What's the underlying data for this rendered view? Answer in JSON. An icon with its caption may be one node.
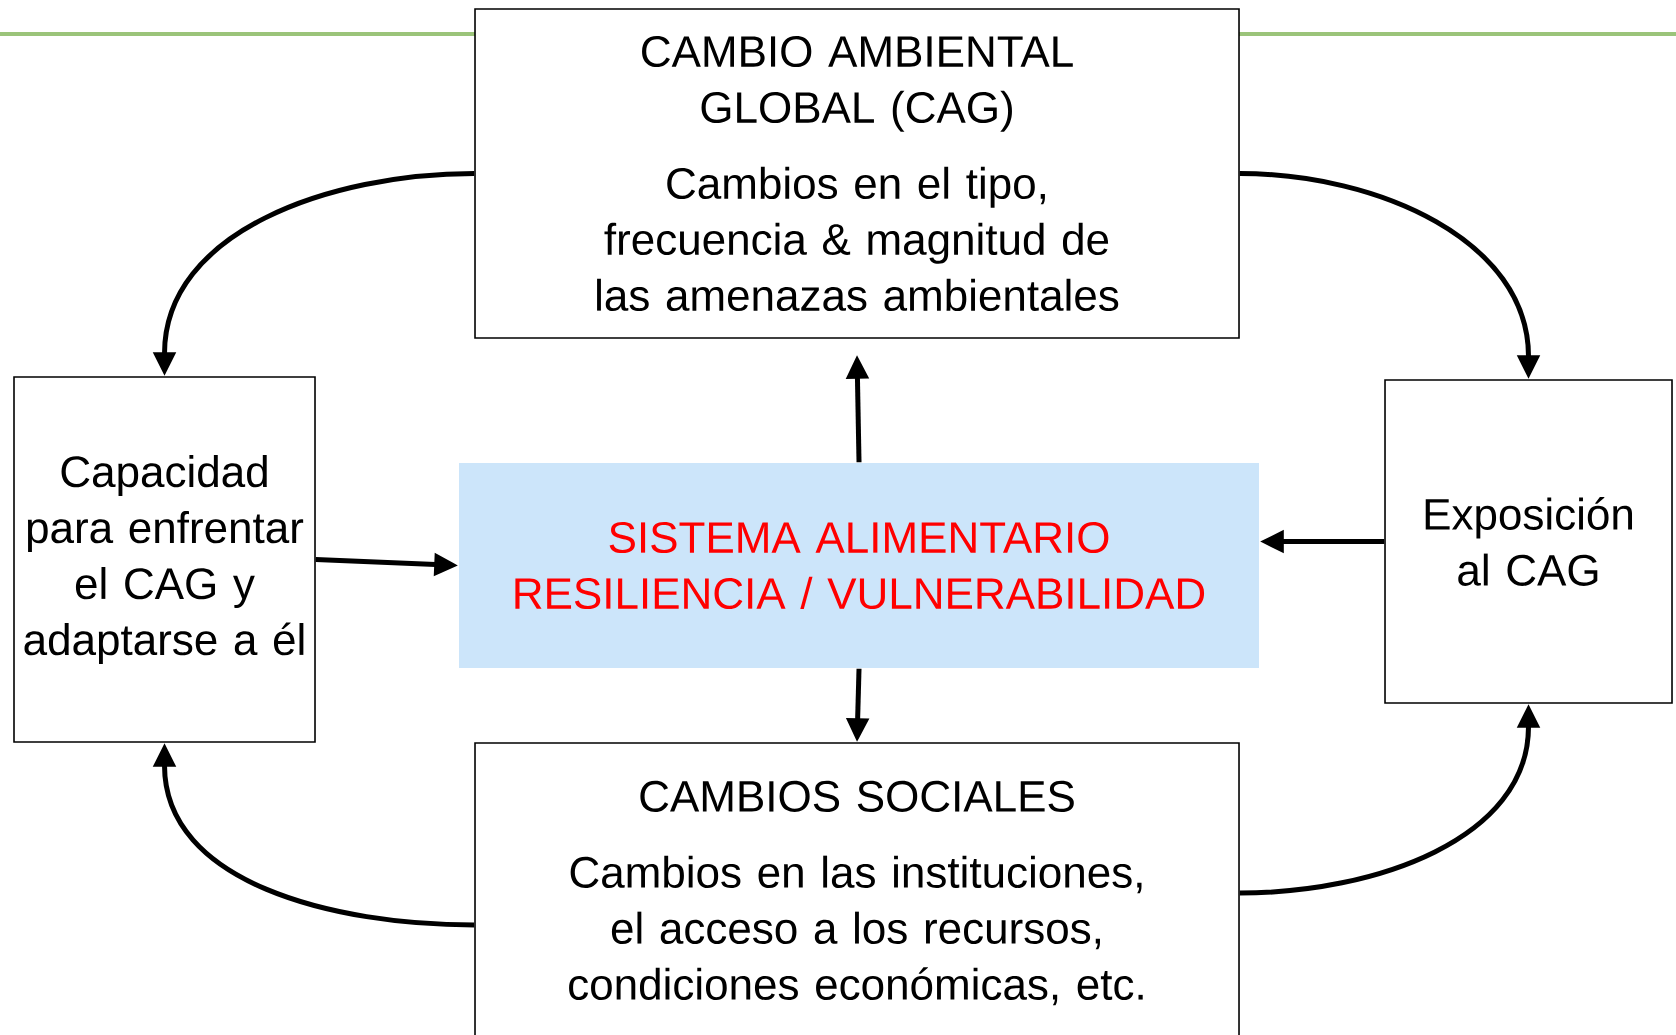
{
  "diagram": {
    "nodes": [
      {
        "text": [
          "CAMBIO AMBIENTAL GLOBAL (CAG)",
          "Cambios en el tipo, frecuencia & magnitud de las amenazas ambientales"
        ]
      },
      {
        "text": [
          "Capacidad para enfrentar el CAG y adaptarse a él"
        ]
      },
      {
        "text": [
          "Exposición al CAG"
        ]
      },
      {
        "text": [
          "SISTEMA ALIMENTARIO RESILIENCIA / VULNERABILIDAD"
        ]
      },
      {
        "text": [
          "CAMBIOS SOCIALES",
          "Cambios en las instituciones, el acceso a los recursos, condiciones económicas, etc."
        ]
      }
    ],
    "edges": [
      {
        "from": 0,
        "to": 1,
        "arrow": "to"
      },
      {
        "from": 0,
        "to": 2,
        "arrow": "to"
      },
      {
        "from": 1,
        "to": 3,
        "arrow": "to"
      },
      {
        "from": 2,
        "to": 3,
        "arrow": "to"
      },
      {
        "from": 3,
        "to": 0,
        "arrow": "to"
      },
      {
        "from": 3,
        "to": 4,
        "arrow": "to"
      },
      {
        "from": 4,
        "to": 1,
        "arrow": "to"
      },
      {
        "from": 4,
        "to": 2,
        "arrow": "to"
      }
    ]
  }
}
